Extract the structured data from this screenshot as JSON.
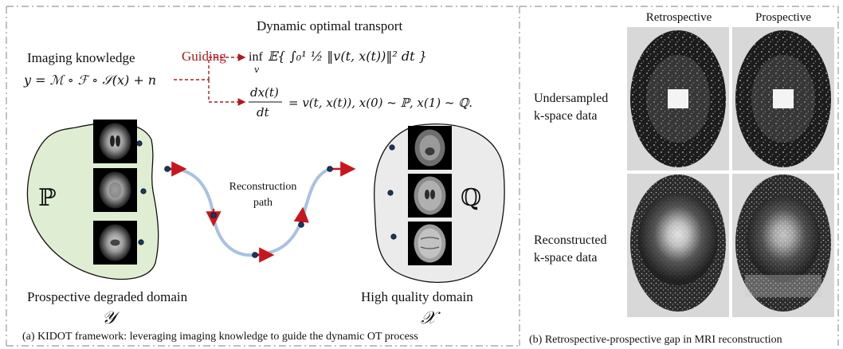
{
  "panel_a": {
    "title_ot": "Dynamic optimal transport",
    "imaging_knowledge": "Imaging knowledge",
    "guiding": "Guiding",
    "forward_model": "y = ℳ ∘ ℱ ∘ 𝒮(x) + n",
    "eq_inf_prefix": "inf",
    "eq_inf_sub": "v",
    "eq_inf_body": "𝔼{ ∫₀¹ ½ ‖v(t, x(t))‖² dt }",
    "eq_ode_num": "dx(t)",
    "eq_ode_den": "dt",
    "eq_ode_rest": "= v(t, x(t)),  x(0) ~ ℙ,  x(1) ~ ℚ.",
    "domain_p_symbol": "ℙ",
    "domain_q_symbol": "ℚ",
    "reconstruction_path_line1": "Reconstruction",
    "reconstruction_path_line2": "path",
    "prospective_domain_label": "Prospective degraded domain",
    "prospective_domain_symbol": "𝒴",
    "high_quality_domain_label": "High quality domain",
    "high_quality_domain_symbol": "𝒳",
    "caption": "(a) KIDOT framework: leveraging imaging knowledge to guide the dynamic OT process"
  },
  "panel_b": {
    "col_retrospective": "Retrospective",
    "col_prospective": "Prospective",
    "row_undersampled_line1": "Undersampled",
    "row_undersampled_line2": "k-space data",
    "row_reconstructed_line1": "Reconstructed",
    "row_reconstructed_line2": "k-space data",
    "caption": "(b) Retrospective-prospective gap in MRI reconstruction"
  },
  "colors": {
    "domain_p_fill": "#dfeed2",
    "domain_q_fill": "#ebebeb",
    "path_stroke": "#a9c1e2",
    "arrow_red": "#c8161d",
    "guiding_red": "#b0191e"
  }
}
